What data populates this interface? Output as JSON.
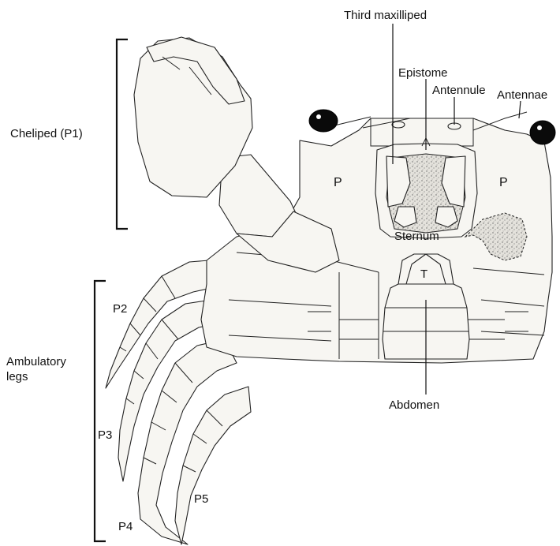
{
  "diagram": {
    "labels": {
      "third_maxilliped": "Third maxilliped",
      "epistome": "Epistome",
      "antennule": "Antennule",
      "antennae": "Antennae",
      "cheliped": "Cheliped (P1)",
      "p_left": "P",
      "p_right": "P",
      "sternum": "Sternum",
      "telson": "T",
      "p2": "P2",
      "ambulatory_line1": "Ambulatory",
      "ambulatory_line2": "legs",
      "p3": "P3",
      "abdomen": "Abdomen",
      "p5": "P5",
      "p4": "P4"
    }
  }
}
